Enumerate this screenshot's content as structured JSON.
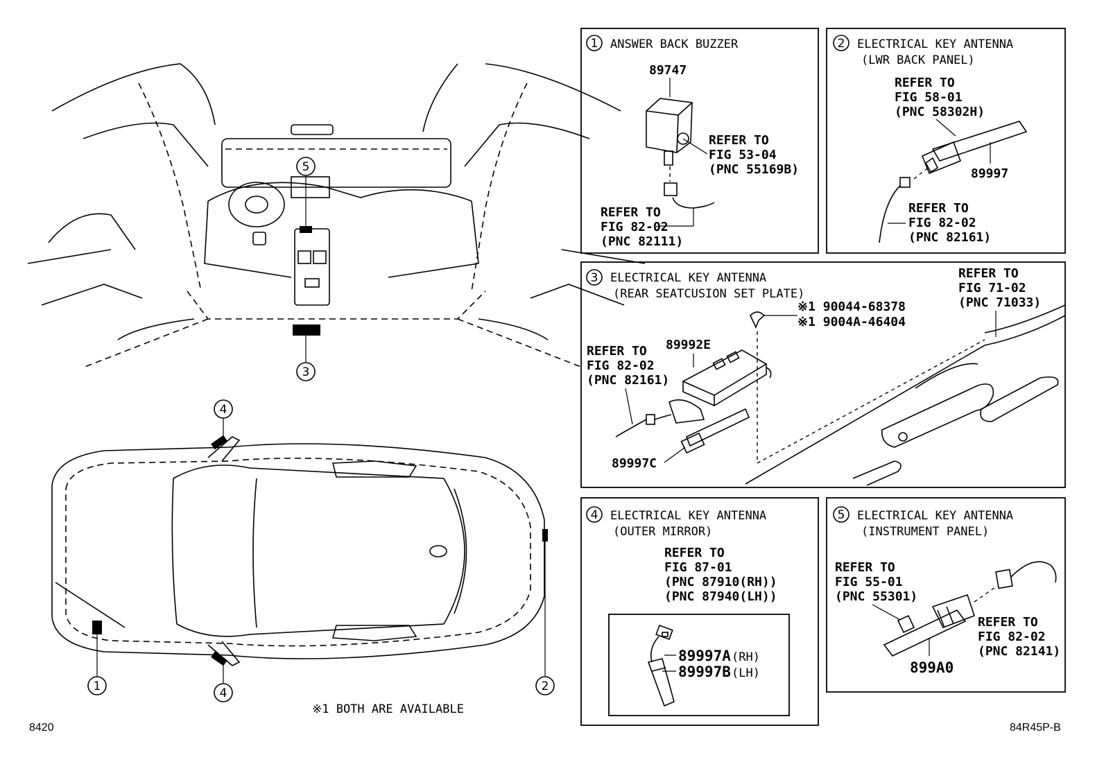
{
  "diagram": {
    "footnote": "※1 BOTH ARE AVAILABLE",
    "page_number": "8420",
    "figure_code": "84R45P-B",
    "callouts": {
      "c1": "1",
      "c2": "2",
      "c3": "3",
      "c4": "4",
      "c5": "5"
    },
    "panel1": {
      "num": "1",
      "title": "ANSWER BACK BUZZER",
      "part": "89747",
      "ref_a": [
        "REFER TO",
        "FIG 53-04",
        "(PNC 55169B)"
      ],
      "ref_b": [
        "REFER TO",
        "FIG 82-02",
        "(PNC 82111)"
      ]
    },
    "panel2": {
      "num": "2",
      "title": "ELECTRICAL KEY ANTENNA",
      "subtitle": "(LWR BACK PANEL)",
      "part": "89997",
      "ref_a": [
        "REFER TO",
        "FIG 58-01",
        "(PNC 58302H)"
      ],
      "ref_b": [
        "REFER TO",
        "FIG 82-02",
        "(PNC 82161)"
      ]
    },
    "panel3": {
      "num": "3",
      "title": "ELECTRICAL KEY ANTENNA",
      "subtitle": "(REAR SEATCUSION SET PLATE)",
      "part_a": "89992E",
      "part_b": "89997C",
      "clip_1": "※1 90044-68378",
      "clip_2": "※1 9004A-46404",
      "ref_a": [
        "REFER TO",
        "FIG 82-02",
        "(PNC 82161)"
      ],
      "ref_b": [
        "REFER TO",
        "FIG 71-02",
        "(PNC 71033)"
      ]
    },
    "panel4": {
      "num": "4",
      "title": "ELECTRICAL KEY ANTENNA",
      "subtitle": "(OUTER MIRROR)",
      "ref_a": [
        "REFER TO",
        "FIG 87-01",
        "(PNC 87910(RH))",
        "(PNC 87940(LH))"
      ],
      "part_a": "89997A",
      "part_a_side": "(RH)",
      "part_b": "89997B",
      "part_b_side": "(LH)"
    },
    "panel5": {
      "num": "5",
      "title": "ELECTRICAL KEY ANTENNA",
      "subtitle": "(INSTRUMENT PANEL)",
      "part": "899A0",
      "ref_a": [
        "REFER TO",
        "FIG 55-01",
        "(PNC 55301)"
      ],
      "ref_b": [
        "REFER TO",
        "FIG 82-02",
        "(PNC 82141)"
      ]
    }
  }
}
